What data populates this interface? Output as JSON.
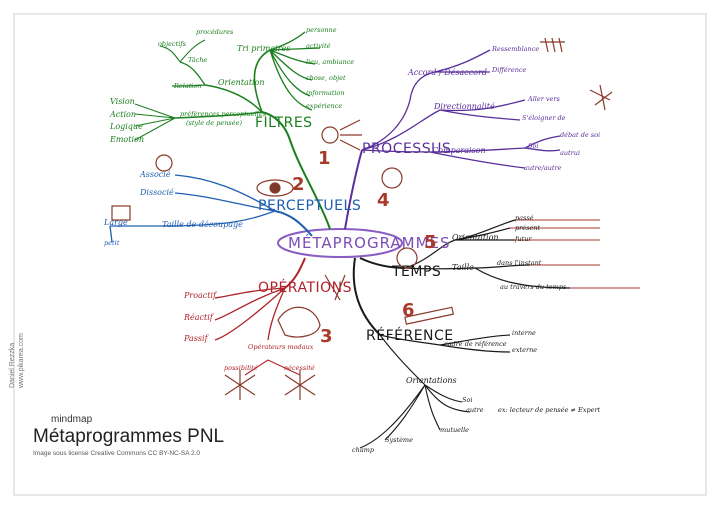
{
  "center": "MÉTAPROGRAMMES",
  "numbers": [
    "1",
    "2",
    "3",
    "4",
    "5",
    "6"
  ],
  "branches": {
    "filtres": {
      "label": "FILTRES",
      "tri": "Tri primaires",
      "tri_items": [
        "personne",
        "activité",
        "lieu, ambiance",
        "chose, objet",
        "information",
        "expérience"
      ],
      "orientation": "Orientation",
      "tache": "Tâche",
      "relation": "Relation",
      "objectifs": "objectifs",
      "procedures": "procédures",
      "preferences": "préférences perceptuelles",
      "preferences_sub": "(style de pensée)",
      "vak": [
        "Vision",
        "Action",
        "Logique",
        "Emotion"
      ]
    },
    "perceptuels": {
      "label": "PERCEPTUELS",
      "associe": "Associé",
      "dissocie": "Dissocié",
      "taille": "Taille de découpage",
      "large": "Large",
      "petit": "petit"
    },
    "processus": {
      "label": "PROCESSUS",
      "accord": "Accord / Désaccord",
      "ressemblance": "Ressemblance",
      "difference": "Différence",
      "directionnalite": "Directionnalité",
      "aller_vers": "Aller vers",
      "eloigner": "S'éloigner de",
      "comparaison": "Comparaison",
      "soi": "Soi",
      "debat": "débat de soi",
      "autrui": "autrui",
      "autre": "autre/autre"
    },
    "temps": {
      "label": "TEMPS",
      "orientation": "Orientation",
      "passe": "passé",
      "present": "présent",
      "futur": "futur",
      "taille": "Taille",
      "instant": "dans l'instant",
      "travers": "au travers du temps"
    },
    "operations": {
      "label": "OPÉRATIONS",
      "proactif": "Proactif",
      "reactif": "Réactif",
      "passif": "Passif",
      "operateurs": "Opérateurs modaux",
      "possibilite": "possibilité",
      "necessite": "nécessité"
    },
    "reference": {
      "label": "RÉFÉRENCE",
      "cadre": "cadre de référence",
      "interne": "interne",
      "externe": "externe",
      "orientations": "Orientations",
      "soi": "Soi",
      "autre": "autre",
      "autre_sub": "ex: lecteur de pensée ≠ Expert",
      "mutuelle": "mutuelle",
      "systeme": "Système",
      "champ": "champ"
    }
  },
  "footer": {
    "author": "Daniel Rezzka",
    "site": "www.pikarea.com",
    "subtitle": "mindmap",
    "title": "Métaprogrammes PNL",
    "license": "Image sous license Creative Commons CC BY-NC-SA 2.0"
  },
  "colors": {
    "filtres": "#1b7f1e",
    "processus": "#5a2e9a",
    "operations": "#b0232a",
    "perceptuels": "#1f5fb0",
    "temps": "#1a1a1a",
    "reference": "#1a1a1a",
    "center": "#8a5cc4"
  }
}
